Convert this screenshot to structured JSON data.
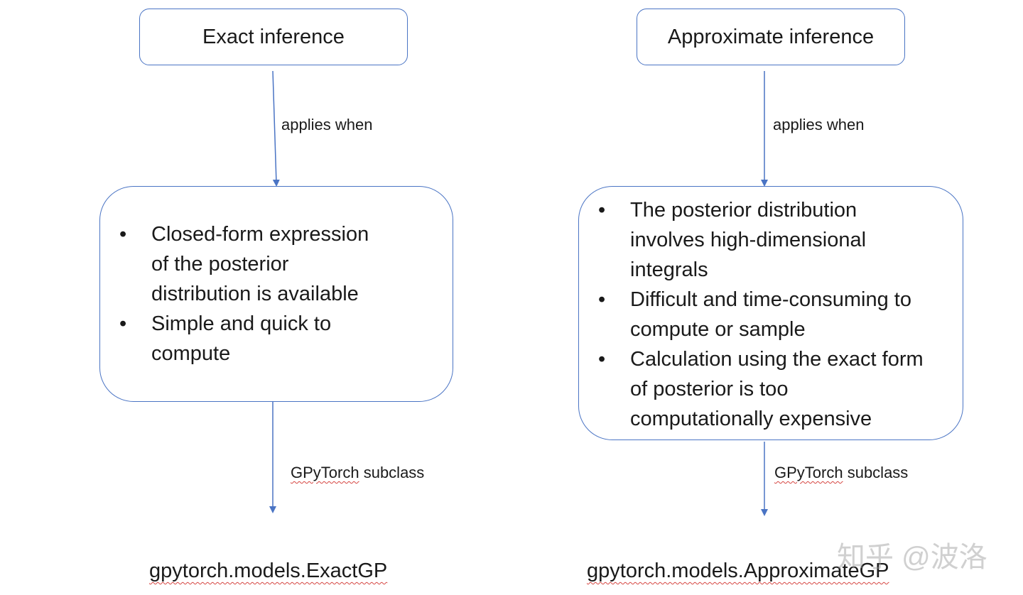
{
  "left": {
    "title": "Exact inference",
    "edge_top_label": "applies when",
    "conditions": [
      "Closed-form expression of the posterior distribution is available",
      "Simple and quick to compute"
    ],
    "edge_bottom_label_prefix": "",
    "edge_bottom_label_word": "GPyTorch",
    "edge_bottom_label_suffix": " subclass",
    "class_name": "gpytorch.models.ExactGP"
  },
  "right": {
    "title": "Approximate inference",
    "edge_top_label": "applies when",
    "conditions": [
      "The posterior distribution involves high-dimensional integrals",
      "Difficult and time-consuming to compute or sample",
      "Calculation using the exact form of posterior is too computationally expensive"
    ],
    "edge_bottom_label_word": "GPyTorch",
    "edge_bottom_label_suffix": " subclass",
    "class_name": "gpytorch.models.ApproximateGP"
  },
  "watermark": "知乎 @波洛",
  "colors": {
    "box_border": "#4a74c4",
    "arrow": "#4a74c4",
    "spellcheck_underline": "#d64541"
  }
}
